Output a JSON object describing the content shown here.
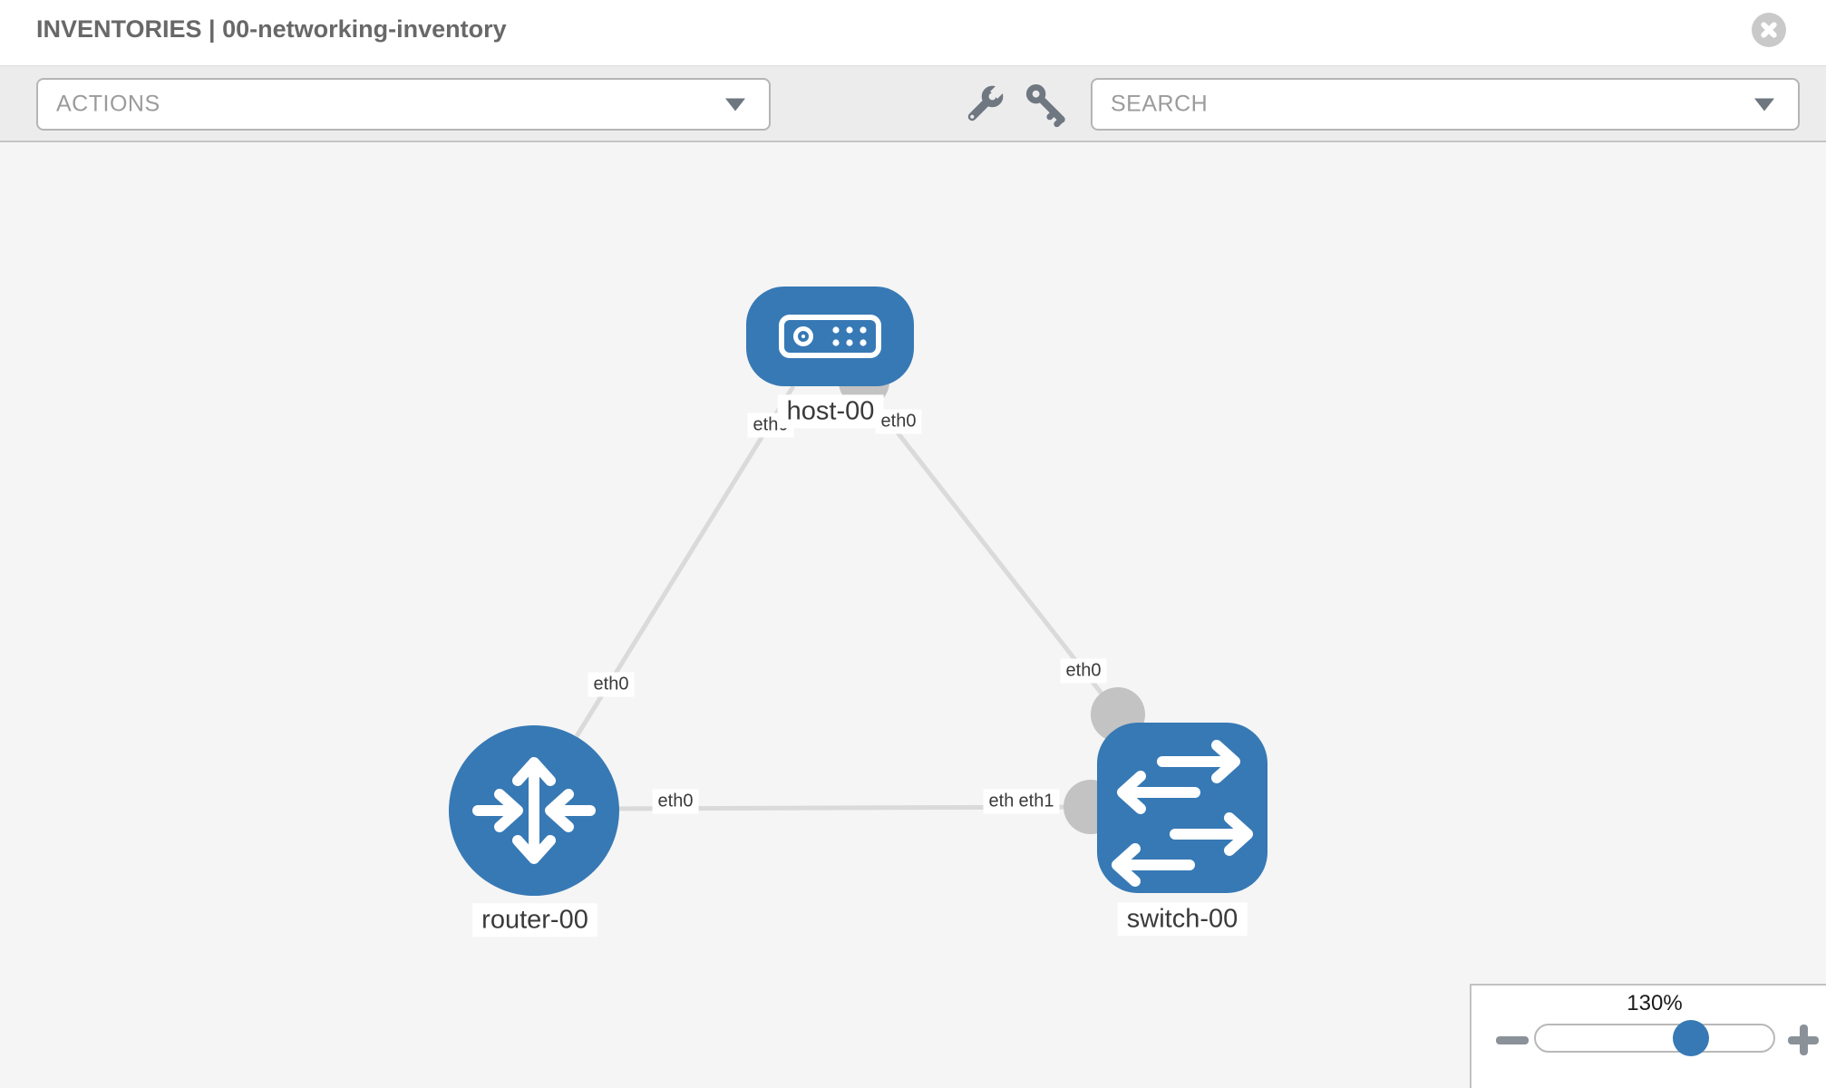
{
  "header": {
    "title": "INVENTORIES | 00-networking-inventory",
    "close_icon": "close-icon"
  },
  "toolbar": {
    "actions": {
      "label": "ACTIONS",
      "chevron_icon": "chevron-down-icon"
    },
    "tools": [
      "wrench-icon",
      "key-icon"
    ],
    "search": {
      "placeholder": "SEARCH",
      "chevron_icon": "chevron-down-icon"
    }
  },
  "diagram": {
    "nodes": [
      {
        "id": "host-00",
        "type": "host",
        "label": "host-00",
        "icon": "host-icon"
      },
      {
        "id": "router-00",
        "type": "router",
        "label": "router-00",
        "icon": "router-icon"
      },
      {
        "id": "switch-00",
        "type": "switch",
        "label": "switch-00",
        "icon": "switch-icon"
      }
    ],
    "links": [
      {
        "source": "host-00",
        "target": "router-00",
        "source_interface": "eth0",
        "target_interface": "eth0"
      },
      {
        "source": "host-00",
        "target": "switch-00",
        "source_interface": "eth0",
        "target_interface": "eth0"
      },
      {
        "source": "router-00",
        "target": "switch-00",
        "source_interface": "eth0",
        "target_interface": "eth1"
      }
    ],
    "node_labels": {
      "host": "host-00",
      "router": "router-00",
      "switch": "switch-00"
    },
    "interface_labels": {
      "host_left": "eth0",
      "host_right": "eth0",
      "router_top": "eth0",
      "router_right": "eth0",
      "switch_top": "eth0",
      "switch_left_under": "eth0",
      "switch_left_over": "eth1"
    }
  },
  "zoom_control": {
    "level": "130%",
    "minus": "-",
    "plus": "+"
  },
  "colors": {
    "node_blue": "#3779b5",
    "link_gray": "#dadada",
    "bubble_gray": "#c3c3c3",
    "canvas_bg": "#f5f5f5",
    "toolbar_bg": "#ececec"
  }
}
